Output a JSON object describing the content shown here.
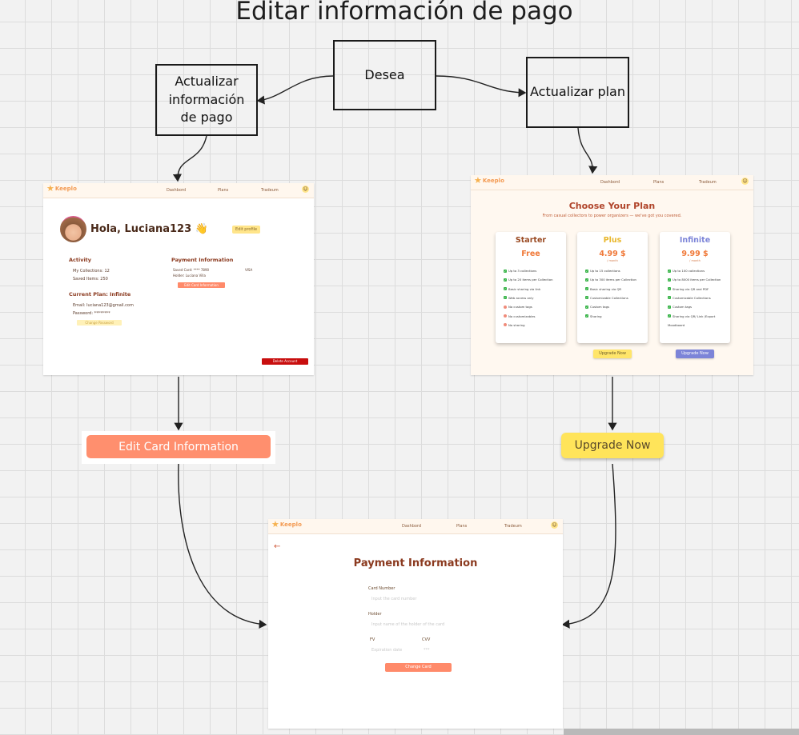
{
  "title": "Editar información de pago",
  "flow": {
    "desea": "Desea",
    "update_payment": "Actualizar información de pago",
    "update_plan": "Actualizar plan",
    "edit_card_button": "Edit Card Information",
    "upgrade_button": "Upgrade Now"
  },
  "nav": {
    "logo": "Keeplo",
    "dashboard": "Dashbord",
    "plans": "Plans",
    "tradeum": "Tradeum"
  },
  "profile": {
    "greeting": "Hola, Luciana123",
    "wave": "👋",
    "edit_profile": "Edit profile",
    "activity_heading": "Activity",
    "collections": "My Collections: 12",
    "saved_items": "Saved Items: 250",
    "plan_heading": "Current Plan: Infinite",
    "email": "Email: luciana123@gmail.com",
    "password": "Password: ********",
    "change_password": "Change Password",
    "payment_heading": "Payment Information",
    "card": "Saved Card: **** 7890",
    "card_brand": "VISA",
    "holder": "Holder: Luciana Villa",
    "edit_card": "Edit Card Information",
    "delete": "Delete Account"
  },
  "plans": {
    "heading": "Choose Your Plan",
    "subtitle": "From casual collectors to power organizers — we've got you covered.",
    "list": [
      {
        "name": "Starter",
        "price": "Free",
        "per": "",
        "color": "#9a4a22",
        "price_color": "#f07a3a",
        "features": [
          [
            "Up to 3 collections",
            true
          ],
          [
            "Up to 20 items per Collection",
            true
          ],
          [
            "Basic sharing via link",
            true
          ],
          [
            "Web access only",
            true
          ],
          [
            "No custom tags",
            false
          ],
          [
            "No customizables",
            false
          ],
          [
            "No sharing",
            false
          ]
        ]
      },
      {
        "name": "Plus",
        "price": "4.99 $",
        "per": "/ month",
        "color": "#e9b72b",
        "price_color": "#f07a3a",
        "features": [
          [
            "Up to 15 collections",
            true
          ],
          [
            "Up to 300 items per Collection",
            true
          ],
          [
            "Basic sharing via QR",
            true
          ],
          [
            "Customizable Collections",
            true
          ],
          [
            "Custom tags",
            true
          ],
          [
            "Sharing",
            true
          ]
        ]
      },
      {
        "name": "Infinite",
        "price": "9.99 $",
        "per": "/ month",
        "color": "#7c84d8",
        "price_color": "#f07a3a",
        "features": [
          [
            "Up to 100 collections",
            true
          ],
          [
            "Up to 8000 items per Collection",
            true
          ],
          [
            "Sharing via QR and PDF",
            true
          ],
          [
            "Customizable Collections",
            true
          ],
          [
            "Custom tags",
            true
          ],
          [
            "Sharing via QR/ Link /Export",
            true
          ],
          [
            "Moodboard",
            null
          ]
        ]
      }
    ],
    "upgrade_plus": "Upgrade Now",
    "upgrade_infinite": "Upgrade Now"
  },
  "payment": {
    "back": "←",
    "heading": "Payment Information",
    "card_label": "Card Number",
    "card_placeholder": "Input the card number",
    "holder_label": "Holder",
    "holder_placeholder": "Input name of the holder of the card",
    "fv_label": "FV",
    "fv_placeholder": "Expiration date",
    "cvv_label": "CVV",
    "cvv_placeholder": "***",
    "change_button": "Change Card"
  }
}
